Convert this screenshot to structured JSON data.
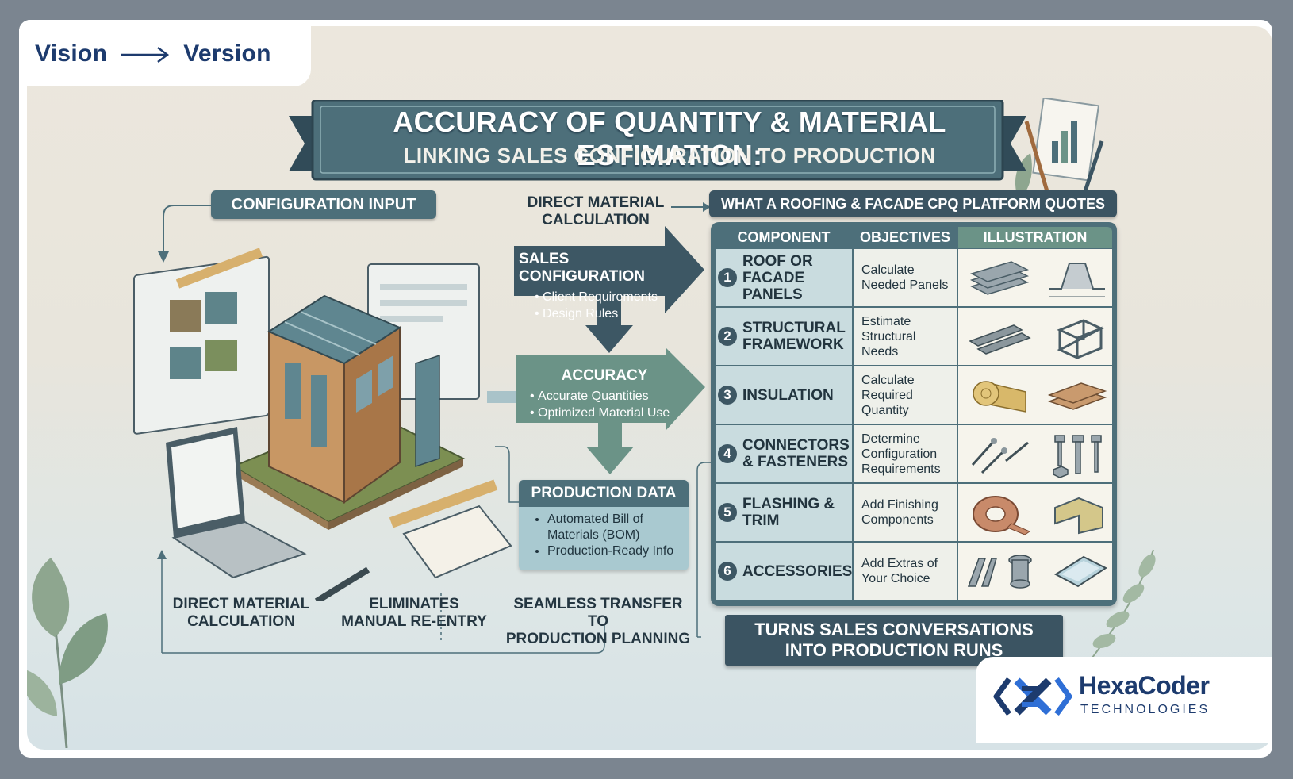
{
  "header": {
    "vision": "Vision",
    "version": "Version"
  },
  "title": {
    "line1": "ACCURACY OF QUANTITY & MATERIAL ESTIMATION:",
    "line2": "LINKING SALES CONFIGURATION TO PRODUCTION"
  },
  "flow": {
    "config_input": "CONFIGURATION INPUT",
    "direct_calc_top": "DIRECT MATERIAL\nCALCULATION",
    "sales_config": {
      "title": "SALES CONFIGURATION",
      "items": [
        "Client Requirements",
        "Design Rules"
      ]
    },
    "accuracy": {
      "title": "ACCURACY",
      "items": [
        "Accurate Quantities",
        "Optimized Material Use"
      ]
    },
    "production": {
      "title": "PRODUCTION DATA",
      "items": [
        "Automated Bill of Materials (BOM)",
        "Production-Ready Info"
      ]
    }
  },
  "bottom_labels": {
    "direct_calc": "DIRECT MATERIAL\nCALCULATION",
    "eliminates": "ELIMINATES\nMANUAL RE-ENTRY",
    "seamless": "SEAMLESS TRANSFER TO\nPRODUCTION PLANNING"
  },
  "table": {
    "heading": "WHAT A ROOFING & FACADE CPQ PLATFORM QUOTES",
    "columns": [
      "COMPONENT",
      "OBJECTIVES",
      "ILLUSTRATION"
    ],
    "rows": [
      {
        "num": "1",
        "component": "ROOF OR\nFACADE PANELS",
        "objective": "Calculate\nNeeded Panels",
        "icons": [
          "panel-stack-icon",
          "panel-profile-icon"
        ]
      },
      {
        "num": "2",
        "component": "STRUCTURAL\nFRAMEWORK",
        "objective": "Estimate\nStructural\nNeeds",
        "icons": [
          "steel-beams-icon",
          "frame-cube-icon"
        ]
      },
      {
        "num": "3",
        "component": "INSULATION",
        "objective": "Calculate\nRequired\nQuantity",
        "icons": [
          "insulation-roll-icon",
          "insulation-boards-icon"
        ]
      },
      {
        "num": "4",
        "component": "CONNECTORS\n& FASTENERS",
        "objective": "Determine\nConfiguration\nRequirements",
        "icons": [
          "screws-icon",
          "bolts-icon"
        ]
      },
      {
        "num": "5",
        "component": "FLASHING &\nTRIM",
        "objective": "Add Finishing\nComponents",
        "icons": [
          "flashing-coil-icon",
          "trim-profile-icon"
        ]
      },
      {
        "num": "6",
        "component": "ACCESSORIES",
        "objective": "Add Extras of\nYour Choice",
        "icons": [
          "brackets-icon",
          "skylight-icon"
        ]
      }
    ]
  },
  "footer_banner": "TURNS SALES CONVERSATIONS\nINTO PRODUCTION RUNS",
  "logo": {
    "name": "HexaCoder",
    "tagline": "TECHNOLOGIES"
  },
  "colors": {
    "teal_dark": "#3b5462",
    "teal": "#4d6f7a",
    "sage": "#6b9387",
    "brand_blue": "#1d3b6e",
    "brand_accent": "#2f6fd6"
  }
}
